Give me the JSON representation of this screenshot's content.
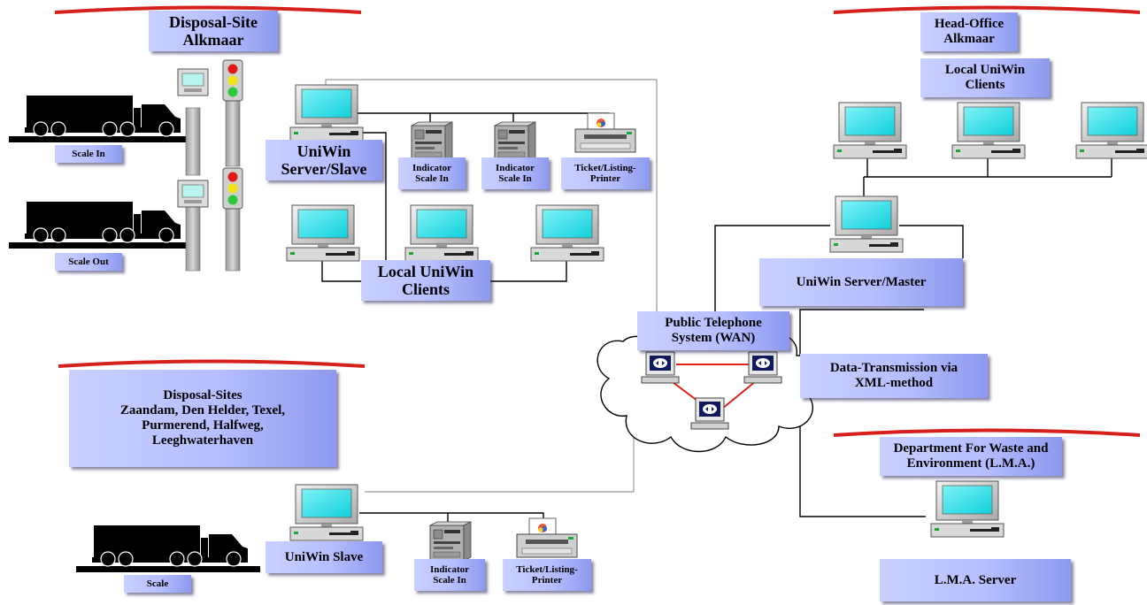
{
  "labels": {
    "site_alkmaar": "Disposal-Site\nAlkmaar",
    "scale_in_truck": "Scale In",
    "scale_out_truck": "Scale Out",
    "server_slave": "UniWin\nServer/Slave",
    "indicator_1": "Indicator\nScale In",
    "indicator_2": "Indicator\nScale In",
    "printer_1": "Ticket/Listing-\nPrinter",
    "local_clients_left": "Local UniWin\nClients",
    "head_office": "Head-Office\nAlkmaar",
    "local_clients_right": "Local UniWin\nClients",
    "server_master": "UniWin Server/Master",
    "wan": "Public Telephone\nSystem (WAN)",
    "xml": "Data-Transmission via\nXML-method",
    "other_sites": "Disposal-Sites\nZaandam, Den Helder, Texel,\nPurmerend, Halfweg,\nLeeghwaterhaven",
    "department": "Department For Waste and\nEnvironment (L.M.A.)",
    "uniwin_slave": "UniWin Slave",
    "indicator_3": "Indicator\nScale In",
    "printer_2": "Ticket/Listing-\nPrinter",
    "scale_truck": "Scale",
    "lma_server": "L.M.A. Server"
  },
  "colors": {
    "label_fill": "#b6bfff",
    "header_line": "#d6201c",
    "screen": "#19dbe6",
    "wan_link": "#e0201c",
    "connector": "#000000"
  }
}
